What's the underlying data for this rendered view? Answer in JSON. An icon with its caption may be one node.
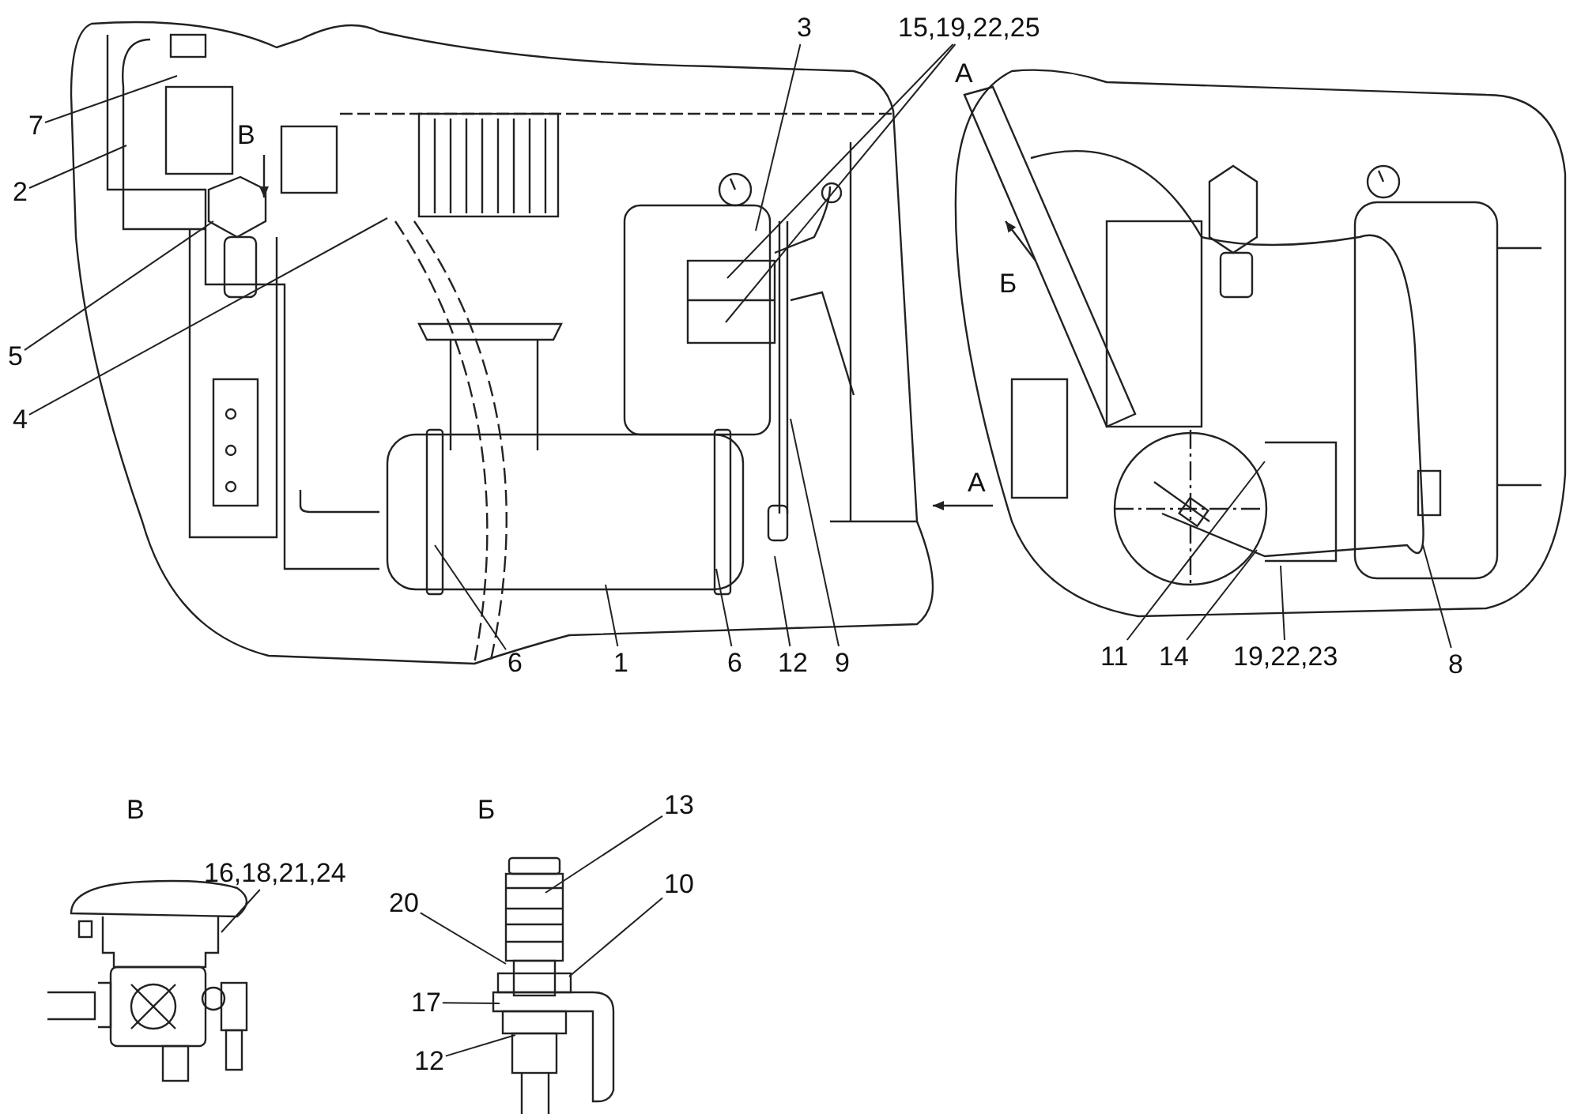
{
  "diagram": {
    "nodes": [
      {
        "text": [
          "7"
        ]
      },
      {
        "text": [
          "2"
        ]
      },
      {
        "text": [
          "5"
        ]
      },
      {
        "text": [
          "4"
        ]
      },
      {
        "text": [
          "3"
        ]
      },
      {
        "text": [
          "15,19,22,25"
        ]
      },
      {
        "text": [
          "6"
        ]
      },
      {
        "text": [
          "1"
        ]
      },
      {
        "text": [
          "6"
        ]
      },
      {
        "text": [
          "12"
        ]
      },
      {
        "text": [
          "9"
        ]
      },
      {
        "text": [
          "11"
        ]
      },
      {
        "text": [
          "14"
        ]
      },
      {
        "text": [
          "19,22,23"
        ]
      },
      {
        "text": [
          "8"
        ]
      },
      {
        "text": [
          "16,18,21,24"
        ]
      },
      {
        "text": [
          "13"
        ]
      },
      {
        "text": [
          "20"
        ]
      },
      {
        "text": [
          "10"
        ]
      },
      {
        "text": [
          "17"
        ]
      },
      {
        "text": [
          "12"
        ]
      }
    ],
    "edges": [
      {
        "from": 0,
        "to": null,
        "arrow": "none"
      },
      {
        "from": 1,
        "to": null,
        "arrow": "none"
      },
      {
        "from": 2,
        "to": null,
        "arrow": "none"
      },
      {
        "from": 3,
        "to": null,
        "arrow": "none"
      },
      {
        "from": 4,
        "to": null,
        "arrow": "none"
      },
      {
        "from": 5,
        "to": null,
        "arrow": "none"
      },
      {
        "from": 5,
        "to": null,
        "arrow": "none"
      },
      {
        "from": 6,
        "to": null,
        "arrow": "none"
      },
      {
        "from": 7,
        "to": null,
        "arrow": "none"
      },
      {
        "from": 8,
        "to": null,
        "arrow": "none"
      },
      {
        "from": 9,
        "to": null,
        "arrow": "none"
      },
      {
        "from": 10,
        "to": null,
        "arrow": "none"
      },
      {
        "from": 11,
        "to": null,
        "arrow": "none"
      },
      {
        "from": 12,
        "to": null,
        "arrow": "none"
      },
      {
        "from": 13,
        "to": null,
        "arrow": "none"
      },
      {
        "from": 14,
        "to": null,
        "arrow": "none"
      },
      {
        "from": 15,
        "to": null,
        "arrow": "none"
      },
      {
        "from": 16,
        "to": null,
        "arrow": "none"
      },
      {
        "from": 17,
        "to": null,
        "arrow": "none"
      },
      {
        "from": 18,
        "to": null,
        "arrow": "none"
      },
      {
        "from": 19,
        "to": null,
        "arrow": "none"
      },
      {
        "from": 20,
        "to": null,
        "arrow": "none"
      }
    ],
    "labels": [
      "А",
      "В",
      "Б",
      "А",
      "В",
      "Б"
    ]
  }
}
